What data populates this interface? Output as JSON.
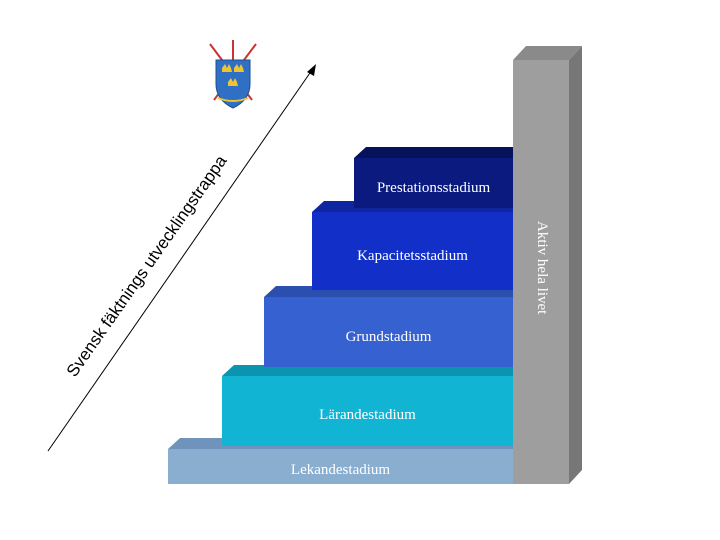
{
  "diagram": {
    "diagonal_label": "Svensk fäktnings utvecklingstrappa",
    "pillar_label": "Aktiv hela livet",
    "steps": [
      {
        "label": "Lekandestadium",
        "color": "#8aaed0",
        "top_color": "#6f93bb"
      },
      {
        "label": "Lärandestadium",
        "color": "#12b4d4",
        "top_color": "#0b93b0"
      },
      {
        "label": "Grundstadium",
        "color": "#3562d0",
        "top_color": "#2a4fae"
      },
      {
        "label": "Kapacitetsstadium",
        "color": "#1230c8",
        "top_color": "#0e26a2"
      },
      {
        "label": "Prestationsstadium",
        "color": "#0a1a7e",
        "top_color": "#06125c"
      }
    ],
    "pillar_colors": {
      "front": "#9e9e9e",
      "side": "#777777",
      "top": "#8a8a8a"
    },
    "logo": {
      "name": "swedish-fencing-federation-crest",
      "shield_color": "#2f6fc4",
      "crown_color": "#f1c232"
    }
  }
}
